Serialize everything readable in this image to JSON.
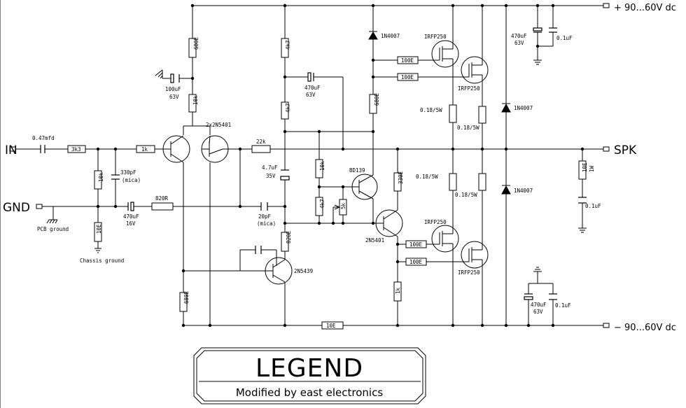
{
  "terminals": {
    "in": "IN",
    "gnd": "GND",
    "spk": "SPK",
    "vpos": "+ 90...60V dc",
    "vneg": "− 90...60V dc"
  },
  "labels": {
    "cin": "0.47mfd",
    "r_3k3": "3k3",
    "r_1k_in": "1k",
    "r_10k_in": "10k",
    "c_330p": "330pF",
    "c_330p_type": "(mica)",
    "r_10e_gnd": "10E",
    "pcb_ground": "PCB ground",
    "chassis_ground": "Chassis ground",
    "c_470u16": "470uF",
    "c_470u16_v": "16V",
    "r_820r": "820R",
    "r_680e_top": "680E",
    "c_100u": "100uF",
    "c_100u_v": "63V",
    "r_10k_top": "10k",
    "q_diffpair": "2x2N5401",
    "r_22k": "22k",
    "c_20p": "20pF",
    "c_20p_type": "(mica)",
    "r_4k7_a": "4k7",
    "r_4k7_b": "4k7",
    "c_470u63": "470uF",
    "c_470u63_v": "63V",
    "c_4u7": "4.7uF",
    "c_4u7_v": "35V",
    "r_820e": "820E",
    "q_2n5439": "2N5439",
    "r_680e_low": "680E",
    "r_10e_bottom": "10E",
    "r_10k_mid": "10k",
    "r_4k7_mid": "4k7",
    "pot_5k": "5k",
    "q_bd139": "BD139",
    "d_top": "1N4007",
    "r_680e_mid": "680E",
    "r_100e_1": "100E",
    "r_100e_2": "100E",
    "r_330e": "330E",
    "q_2n5401": "2N5401",
    "r_100e_3": "100E",
    "r_100e_4": "100E",
    "r_1k_low": "1k",
    "fet_1": "IRFP250",
    "fet_2": "IRFP250",
    "fet_3": "IRFP250",
    "fet_4": "IRFP250",
    "r_018_a": "0.18/5W",
    "r_018_b": "0.18/5W",
    "r_018_c": "0.18/5W",
    "r_018_d": "0.18/5W",
    "d_flyback_1": "1N4007",
    "d_flyback_2": "1N4007",
    "c_470u_top": "470uF",
    "c_470u_top_v": "63V",
    "c_01u_top": "0.1uF",
    "c_470u_bot": "470uF",
    "c_470u_bot_v": "63V",
    "c_01u_bot": "0.1uF",
    "r_zobel": "10E",
    "r_zobel_w": "1W",
    "c_zobel": "0.1uF"
  },
  "legend": {
    "title": "LEGEND",
    "subtitle": "Modified by east electronics"
  }
}
